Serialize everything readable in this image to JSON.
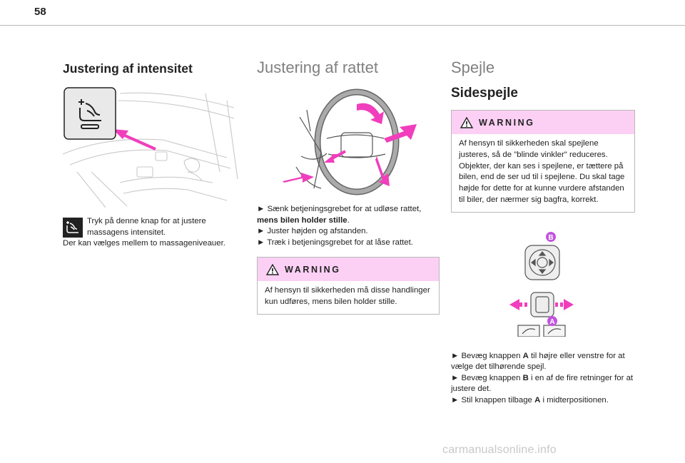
{
  "page": {
    "number": "58",
    "footer": "carmanualsonline.info"
  },
  "col1": {
    "title": "Justering af intensitet",
    "line1": "Tryk på denne knap for at justere",
    "line2": "massagens intensitet.",
    "line3": "Der kan vælges mellem to massageniveauer."
  },
  "col2": {
    "title": "Justering af rattet",
    "step1a": "Sænk betjeningsgrebet for at udløse rattet,",
    "step1b": "mens bilen holder stille",
    "step2": "Juster højden og afstanden.",
    "step3": "Træk i betjeningsgrebet for at låse rattet.",
    "warning_title": "WARNING",
    "warning_text": "Af hensyn til sikkerheden må disse handlinger kun udføres, mens bilen holder stille."
  },
  "col3": {
    "title": "Spejle",
    "subtitle": "Sidespejle",
    "warning_title": "WARNING",
    "warning_text": "Af hensyn til sikkerheden skal spejlene justeres, så de \"blinde vinkler\" reduceres. Objekter, der kan ses i spejlene, er tættere på bilen, end de ser ud til i spejlene. Du skal tage højde for dette for at kunne vurdere afstanden til biler, der nærmer sig bagfra, korrekt.",
    "label_a": "A",
    "label_b": "B",
    "s1_pre": "Bevæg knappen",
    "s1_key": "A",
    "s1_post": "til højre eller venstre for at vælge det tilhørende spejl.",
    "s2_pre": "Bevæg knappen",
    "s2_key": "B",
    "s2_post": "i en af de fire retninger for at justere det.",
    "s3_pre": "Stil knappen tilbage",
    "s3_key": "A",
    "s3_post": "i midterpositionen."
  },
  "colors": {
    "accent": "#f03ebd",
    "warning_bg": "#fbd0f4",
    "label_purple": "#c254e0"
  }
}
